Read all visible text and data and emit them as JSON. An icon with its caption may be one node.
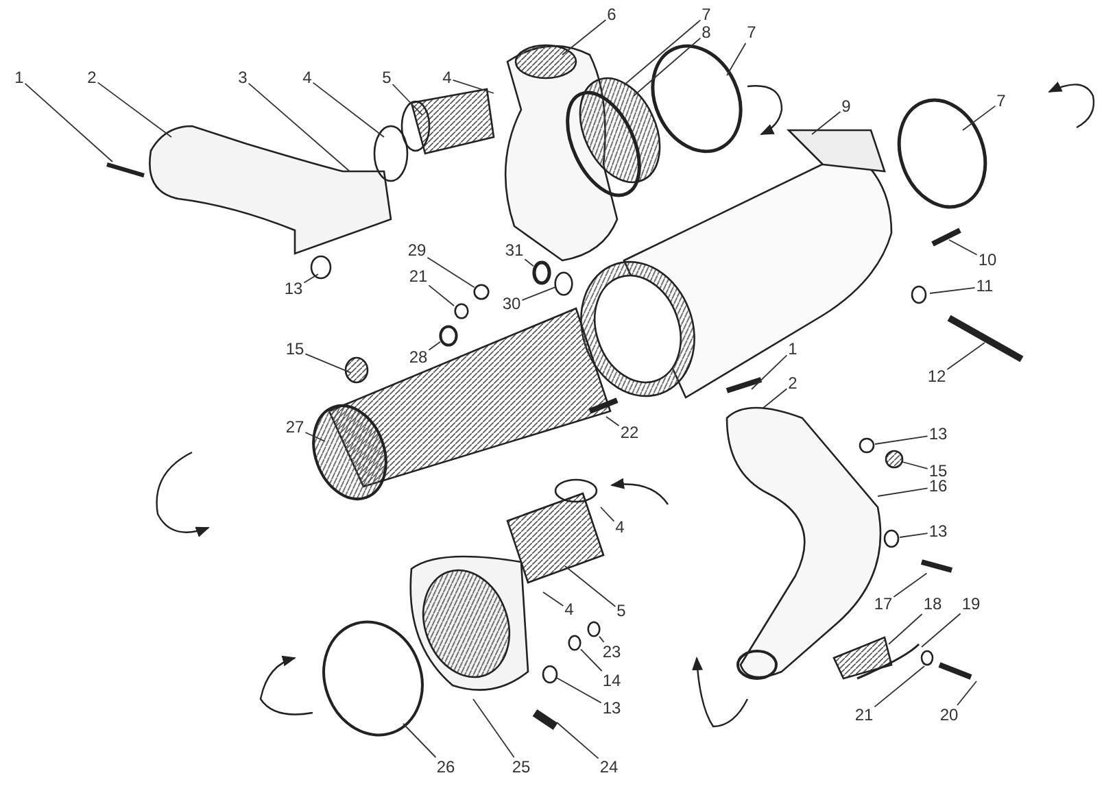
{
  "diagram": {
    "nodes": [
      {
        "text": [
          "1"
        ]
      },
      {
        "text": [
          "2"
        ]
      },
      {
        "text": [
          "3"
        ]
      },
      {
        "text": [
          "4"
        ]
      },
      {
        "text": [
          "5"
        ]
      },
      {
        "text": [
          "4"
        ]
      },
      {
        "text": [
          "6"
        ]
      },
      {
        "text": [
          "7"
        ]
      },
      {
        "text": [
          "8"
        ]
      },
      {
        "text": [
          "7"
        ]
      },
      {
        "text": [
          "9"
        ]
      },
      {
        "text": [
          "7"
        ]
      },
      {
        "text": [
          "10"
        ]
      },
      {
        "text": [
          "11"
        ]
      },
      {
        "text": [
          "12"
        ]
      },
      {
        "text": [
          "13"
        ]
      },
      {
        "text": [
          "29"
        ]
      },
      {
        "text": [
          "21"
        ]
      },
      {
        "text": [
          "31"
        ]
      },
      {
        "text": [
          "15"
        ]
      },
      {
        "text": [
          "30"
        ]
      },
      {
        "text": [
          "28"
        ]
      },
      {
        "text": [
          "1"
        ]
      },
      {
        "text": [
          "2"
        ]
      },
      {
        "text": [
          "27"
        ]
      },
      {
        "text": [
          "22"
        ]
      },
      {
        "text": [
          "13"
        ]
      },
      {
        "text": [
          "15"
        ]
      },
      {
        "text": [
          "16"
        ]
      },
      {
        "text": [
          "4"
        ]
      },
      {
        "text": [
          "13"
        ]
      },
      {
        "text": [
          "5"
        ]
      },
      {
        "text": [
          "4"
        ]
      },
      {
        "text": [
          "17"
        ]
      },
      {
        "text": [
          "18"
        ]
      },
      {
        "text": [
          "19"
        ]
      },
      {
        "text": [
          "23"
        ]
      },
      {
        "text": [
          "14"
        ]
      },
      {
        "text": [
          "13"
        ]
      },
      {
        "text": [
          "21"
        ]
      },
      {
        "text": [
          "20"
        ]
      },
      {
        "text": [
          "26"
        ]
      },
      {
        "text": [
          "25"
        ]
      },
      {
        "text": [
          "24"
        ]
      },
      {
        "text": [],
        "shape": "circle"
      },
      {
        "text": [],
        "shape": "circle"
      },
      {
        "text": [],
        "shape": "circle"
      },
      {
        "text": [],
        "shape": "circle"
      },
      {
        "text": [],
        "shape": "bar"
      },
      {
        "text": [],
        "shape": "circle"
      },
      {
        "text": [],
        "shape": "circle"
      },
      {
        "text": [],
        "shape": "circle"
      }
    ],
    "edges": [
      {
        "from": 0,
        "to": null,
        "arrow": "none"
      },
      {
        "from": 1,
        "to": null,
        "arrow": "none"
      },
      {
        "from": 2,
        "to": null,
        "arrow": "none"
      },
      {
        "from": 3,
        "to": null,
        "arrow": "none"
      },
      {
        "from": 4,
        "to": null,
        "arrow": "none"
      },
      {
        "from": 5,
        "to": null,
        "arrow": "none"
      },
      {
        "from": 6,
        "to": null,
        "arrow": "none"
      },
      {
        "from": 7,
        "to": null,
        "arrow": "none"
      },
      {
        "from": 8,
        "to": null,
        "arrow": "none"
      },
      {
        "from": 9,
        "to": null,
        "arrow": "none"
      },
      {
        "from": 10,
        "to": null,
        "arrow": "none"
      },
      {
        "from": 11,
        "to": null,
        "arrow": "none"
      },
      {
        "from": 12,
        "to": null,
        "arrow": "none"
      },
      {
        "from": 13,
        "to": null,
        "arrow": "none"
      },
      {
        "from": 14,
        "to": null,
        "arrow": "none"
      },
      {
        "from": 15,
        "to": null,
        "arrow": "none"
      },
      {
        "from": 16,
        "to": 44,
        "arrow": "none"
      },
      {
        "from": 17,
        "to": 45,
        "arrow": "none"
      },
      {
        "from": 18,
        "to": 46,
        "arrow": "none"
      },
      {
        "from": 19,
        "to": null,
        "arrow": "none"
      },
      {
        "from": 20,
        "to": 47,
        "arrow": "none"
      },
      {
        "from": 21,
        "to": 51,
        "arrow": "none"
      },
      {
        "from": 22,
        "to": null,
        "arrow": "none"
      },
      {
        "from": 23,
        "to": null,
        "arrow": "none"
      },
      {
        "from": 24,
        "to": null,
        "arrow": "none"
      },
      {
        "from": 25,
        "to": null,
        "arrow": "none"
      },
      {
        "from": 26,
        "to": null,
        "arrow": "none"
      },
      {
        "from": 27,
        "to": null,
        "arrow": "none"
      },
      {
        "from": 28,
        "to": null,
        "arrow": "none"
      },
      {
        "from": 29,
        "to": null,
        "arrow": "none"
      },
      {
        "from": 30,
        "to": null,
        "arrow": "none"
      },
      {
        "from": 31,
        "to": null,
        "arrow": "none"
      },
      {
        "from": 32,
        "to": null,
        "arrow": "none"
      },
      {
        "from": 33,
        "to": 48,
        "arrow": "none"
      },
      {
        "from": 34,
        "to": null,
        "arrow": "none"
      },
      {
        "from": 35,
        "to": null,
        "arrow": "none"
      },
      {
        "from": 36,
        "to": 50,
        "arrow": "none"
      },
      {
        "from": 37,
        "to": 49,
        "arrow": "none"
      },
      {
        "from": 38,
        "to": null,
        "arrow": "none"
      },
      {
        "from": 39,
        "to": null,
        "arrow": "none"
      },
      {
        "from": 40,
        "to": null,
        "arrow": "none"
      },
      {
        "from": 41,
        "to": null,
        "arrow": "none"
      },
      {
        "from": 42,
        "to": null,
        "arrow": "none"
      },
      {
        "from": 43,
        "to": null,
        "arrow": "none"
      }
    ]
  }
}
